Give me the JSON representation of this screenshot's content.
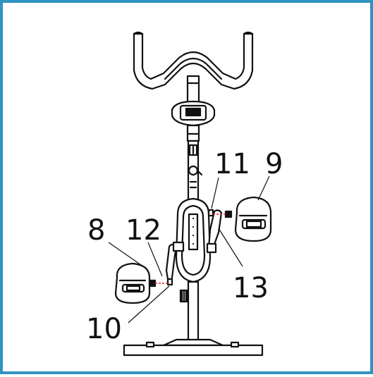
{
  "diagram": {
    "border_color": "#2f93c3",
    "line_color": "#111111",
    "marker_color": "#e0252b",
    "callouts": {
      "c8": "8",
      "c9": "9",
      "c10": "10",
      "c11": "11",
      "c12": "12",
      "c13": "13"
    }
  }
}
